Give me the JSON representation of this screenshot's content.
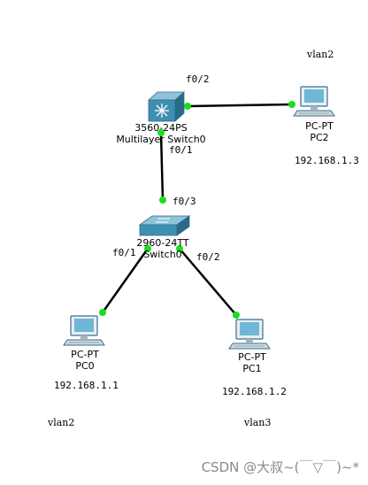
{
  "devices": {
    "multilayer_switch": {
      "model": "3560-24PS",
      "name": "Multilayer Switch0"
    },
    "switch": {
      "model": "2960-24TT",
      "name": "Switch0"
    },
    "pc0": {
      "type": "PC-PT",
      "name": "PC0",
      "ip": "192.168.1.1",
      "vlan": "vlan2"
    },
    "pc1": {
      "type": "PC-PT",
      "name": "PC1",
      "ip": "192.168.1.2",
      "vlan": "vlan3"
    },
    "pc2": {
      "type": "PC-PT",
      "name": "PC2",
      "ip": "192.168.1.3",
      "vlan": "vlan2"
    }
  },
  "ports": {
    "ml_to_pc2": "f0/2",
    "ml_to_switch": "f0/1",
    "switch_to_ml": "f0/3",
    "switch_to_pc0": "f0/1",
    "switch_to_pc1": "f0/2"
  },
  "colors": {
    "link": "#000000",
    "port_dot": "#18e018",
    "device_blue": "#3f8fb0"
  },
  "watermark": "CSDN @大叔~(￣▽￣)~*"
}
